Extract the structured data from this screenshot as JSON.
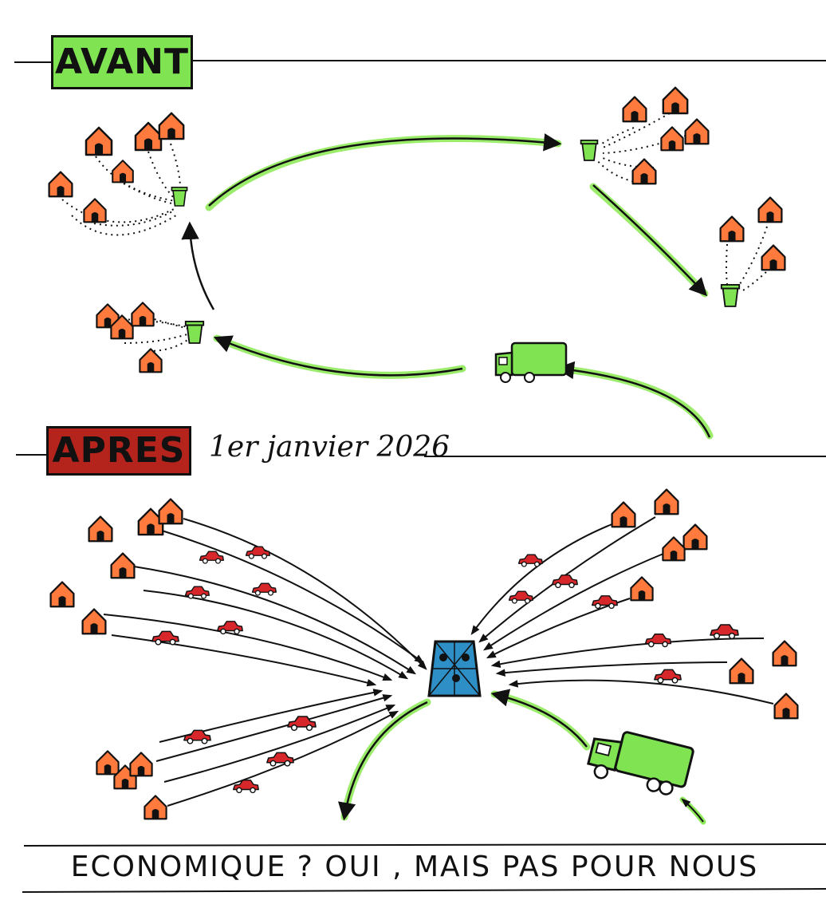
{
  "sections": {
    "before": {
      "label": "AVANT"
    },
    "after": {
      "label": "APRES",
      "date": "1er janvier 2026"
    }
  },
  "footer": {
    "text": "ECONOMIQUE ? OUI , MAIS PAS POUR NOUS"
  },
  "colors": {
    "house": "#ff7a3c",
    "bin": "#7fe352",
    "truck": "#7fe352",
    "arrow_highlight": "#8fea5a",
    "car": "#d8272b",
    "container": "#2e8fc6",
    "avant_box": "#7fe352",
    "apres_box": "#b5241c"
  },
  "icons": [
    "house-icon",
    "bin-icon",
    "garbage-truck-icon",
    "car-icon",
    "recycling-container-icon",
    "arrow-icon"
  ]
}
